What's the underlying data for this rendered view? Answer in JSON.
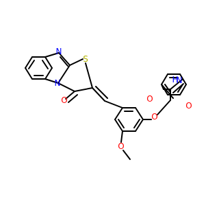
{
  "molecule": {
    "atoms": {
      "n_top": {
        "text": "N",
        "color": "#0000ff"
      },
      "n_fused": {
        "text": "N",
        "color": "#0000ff"
      },
      "s": {
        "text": "S",
        "color": "#b2b200"
      },
      "o_ketone": {
        "text": "O",
        "color": "#ff0000"
      },
      "o_ether_aryl": {
        "text": "O",
        "color": "#ff0000"
      },
      "o_methoxy_left": {
        "text": "O",
        "color": "#ff0000"
      },
      "o_amide": {
        "text": "O",
        "color": "#ff0000"
      },
      "nh": {
        "text": "N",
        "color": "#0000ff"
      },
      "h": {
        "text": "H",
        "color": "#0000ff"
      },
      "o_methoxy_right": {
        "text": "O",
        "color": "#ff0000"
      }
    }
  }
}
